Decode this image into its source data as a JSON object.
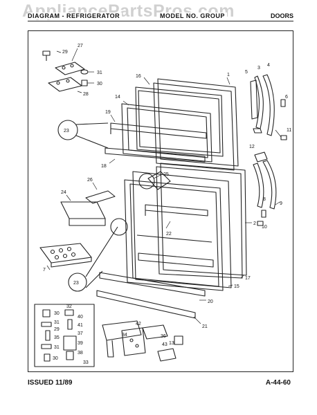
{
  "header": {
    "left_text": "DIAGRAM - REFRIGERATOR",
    "center_text": "MODEL NO. GROUP",
    "right_text": "DOORS"
  },
  "watermark": "AppliancePartsPros.com",
  "footer": {
    "issued": "ISSUED 11/89",
    "page_code": "A-44-60"
  },
  "callouts": [
    "29",
    "27",
    "31",
    "30",
    "28",
    "16",
    "1",
    "5",
    "3",
    "4",
    "6",
    "14",
    "19",
    "23",
    "18",
    "25",
    "26",
    "24",
    "22",
    "7",
    "23",
    "20",
    "21",
    "15",
    "17",
    "2",
    "8",
    "10",
    "9",
    "11",
    "12",
    "30",
    "32",
    "31",
    "40",
    "29",
    "41",
    "37",
    "35",
    "39",
    "31",
    "38",
    "30",
    "33",
    "34",
    "42",
    "36",
    "43",
    "13"
  ]
}
